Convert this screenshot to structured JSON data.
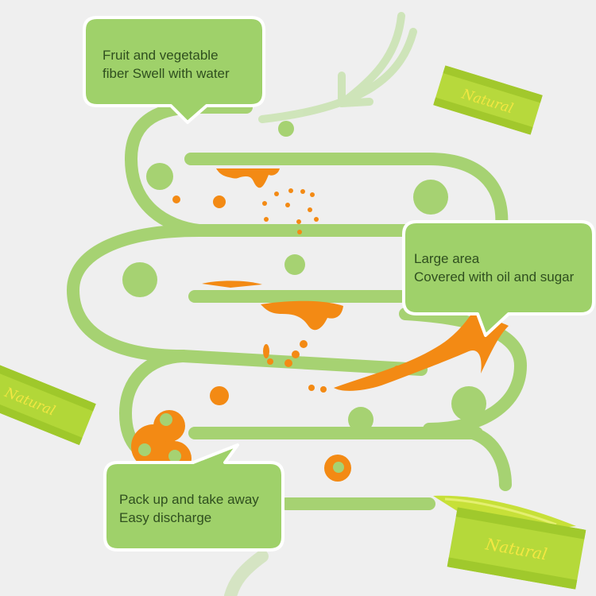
{
  "colors": {
    "background": "#efefef",
    "intestine": "#a6d272",
    "bubble_fill": "#9fd16a",
    "bubble_stroke": "#ffffff",
    "orange": "#f38a14",
    "text": "#2f4f1f",
    "packet_text": "#f2e742"
  },
  "callouts": {
    "top": {
      "line1": "Fruit and vegetable",
      "line2": "fiber Swell with water"
    },
    "middle": {
      "line1": "Large area",
      "line2": "Covered with oil and sugar"
    },
    "bottom": {
      "line1": "Pack up and take away",
      "line2": "Easy discharge"
    }
  },
  "packets": {
    "label": "Natural"
  },
  "icons": {
    "entry_arrow": "down-left-arrow-icon"
  }
}
